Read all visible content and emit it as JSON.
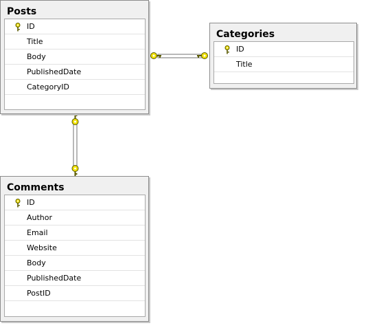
{
  "tables": [
    {
      "key": "posts",
      "title": "Posts",
      "columns": [
        {
          "name": "ID",
          "primary_key": true
        },
        {
          "name": "Title",
          "primary_key": false
        },
        {
          "name": "Body",
          "primary_key": false
        },
        {
          "name": "PublishedDate",
          "primary_key": false
        },
        {
          "name": "CategoryID",
          "primary_key": false
        }
      ]
    },
    {
      "key": "categories",
      "title": "Categories",
      "columns": [
        {
          "name": "ID",
          "primary_key": true
        },
        {
          "name": "Title",
          "primary_key": false
        }
      ]
    },
    {
      "key": "comments",
      "title": "Comments",
      "columns": [
        {
          "name": "ID",
          "primary_key": true
        },
        {
          "name": "Author",
          "primary_key": false
        },
        {
          "name": "Email",
          "primary_key": false
        },
        {
          "name": "Website",
          "primary_key": false
        },
        {
          "name": "Body",
          "primary_key": false
        },
        {
          "name": "PublishedDate",
          "primary_key": false
        },
        {
          "name": "PostID",
          "primary_key": false
        }
      ]
    }
  ],
  "relationships": [
    {
      "from": "posts",
      "to": "categories",
      "icon": "key-icon",
      "color": "#f0e000"
    },
    {
      "from": "posts",
      "to": "comments",
      "icon": "key-icon",
      "color": "#f0e000"
    }
  ],
  "colors": {
    "key": "#f0e000",
    "connector": "#707070"
  }
}
